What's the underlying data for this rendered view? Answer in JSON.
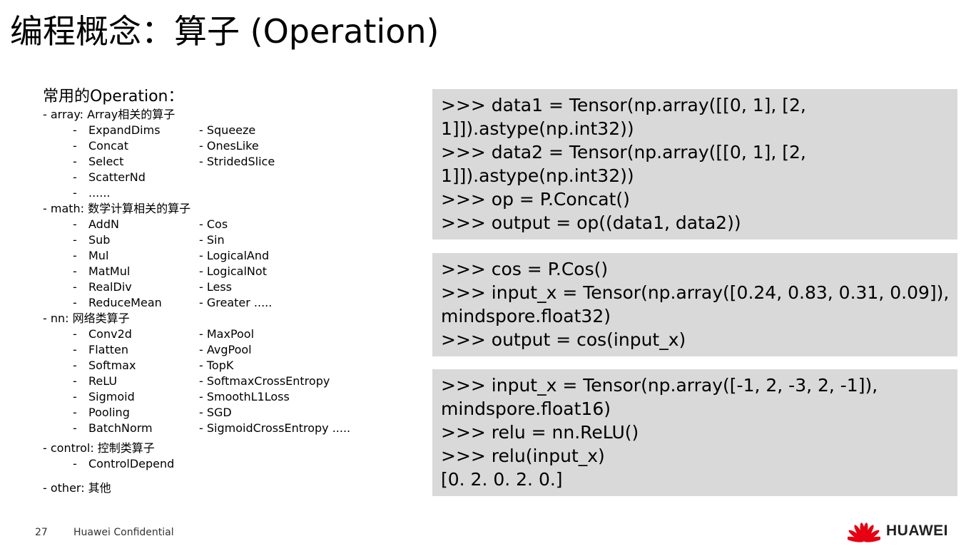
{
  "title": "编程概念：算子 (Operation)",
  "left": {
    "heading": "常用的Operation：",
    "sections": [
      {
        "label": "- array: Array相关的算子",
        "rows": [
          [
            "ExpandDims",
            "- Squeeze"
          ],
          [
            "Concat",
            "- OnesLike"
          ],
          [
            "Select",
            "- StridedSlice"
          ],
          [
            "ScatterNd",
            ""
          ],
          [
            "......",
            ""
          ]
        ]
      },
      {
        "label": "- math: 数学计算相关的算子",
        "rows": [
          [
            "AddN",
            "- Cos"
          ],
          [
            "Sub",
            "- Sin"
          ],
          [
            "Mul",
            "- LogicalAnd"
          ],
          [
            "MatMul",
            "- LogicalNot"
          ],
          [
            "RealDiv",
            "- Less"
          ],
          [
            "ReduceMean",
            "- Greater ....."
          ]
        ]
      },
      {
        "label": "- nn: 网络类算子",
        "rows": [
          [
            "Conv2d",
            "- MaxPool"
          ],
          [
            "Flatten",
            "- AvgPool"
          ],
          [
            "Softmax",
            "- TopK"
          ],
          [
            "ReLU",
            "- SoftmaxCrossEntropy"
          ],
          [
            "Sigmoid",
            "- SmoothL1Loss"
          ],
          [
            "Pooling",
            "- SGD"
          ],
          [
            "BatchNorm",
            "- SigmoidCrossEntropy ....."
          ]
        ]
      },
      {
        "label": "- control: 控制类算子",
        "rows": [
          [
            "ControlDepend",
            ""
          ]
        ]
      },
      {
        "label": "- other: 其他",
        "rows": []
      }
    ]
  },
  "code_blocks": [
    [
      ">>> data1 = Tensor(np.array([[0, 1], [2,",
      "1]]).astype(np.int32))",
      ">>> data2 = Tensor(np.array([[0, 1], [2,",
      "1]]).astype(np.int32))",
      ">>> op = P.Concat()",
      ">>> output = op((data1, data2))"
    ],
    [
      ">>> cos = P.Cos()",
      ">>> input_x = Tensor(np.array([0.24, 0.83, 0.31, 0.09]),",
      "mindspore.float32)",
      ">>> output = cos(input_x)"
    ],
    [
      ">>> input_x = Tensor(np.array([-1, 2, -3, 2, -1]),",
      "mindspore.float16)",
      ">>> relu = nn.ReLU()",
      ">>> relu(input_x)",
      "[0.  2.  0.  2.  0.]"
    ]
  ],
  "footer": {
    "page_number": "27",
    "confidential": "Huawei Confidential",
    "logo_text": "HUAWEI",
    "logo_icon": "huawei-flower-icon",
    "logo_color": "#e60012"
  },
  "colors": {
    "code_background": "#d9d9d9"
  }
}
